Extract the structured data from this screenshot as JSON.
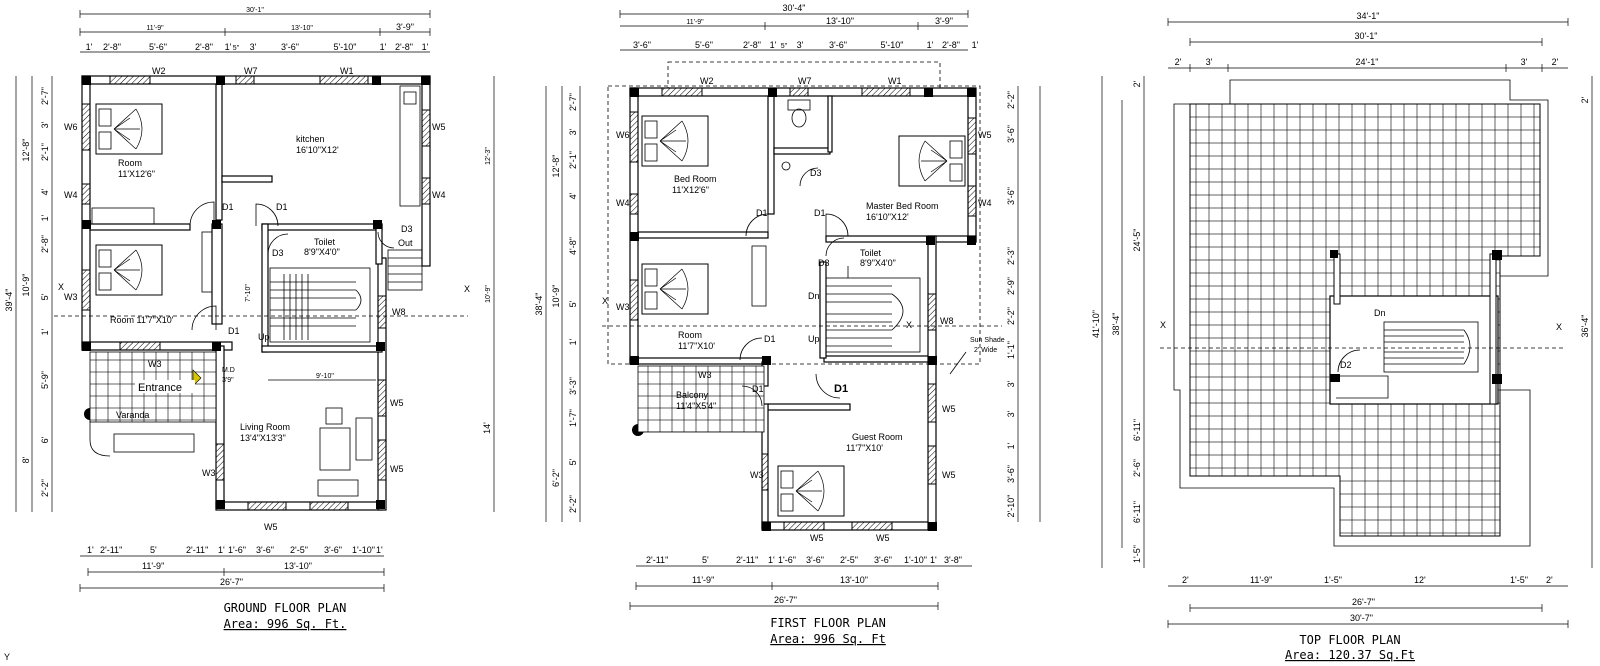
{
  "plans": [
    {
      "title": "GROUND FLOOR PLAN",
      "area": "Area: 996 Sq. Ft.",
      "top_dims": {
        "overall": "30'-1\"",
        "mid": [
          "11'-9\"",
          "13'-10\"",
          "3'-9\""
        ],
        "detail": [
          "1'",
          "2'-8\"",
          "5'-6\"",
          "2'-8\"",
          "1'",
          "5\"",
          "3'",
          "3'-6\"",
          "5'-10\"",
          "1'",
          "2'-8\"",
          "1'"
        ]
      },
      "bottom_dims": {
        "detail": [
          "1'",
          "2'-11\"",
          "5'",
          "2'-11\"",
          "1'",
          "1'-6\"",
          "3'-6\"",
          "2'-5\"",
          "3'-6\"",
          "1'-10\"",
          "1'"
        ],
        "mid": [
          "11'-9\"",
          "13'-10\""
        ],
        "overall": "26'-7\""
      },
      "left_dims": {
        "overall": "39'-4\"",
        "mid": [
          "12'-8\"",
          "10'-9\"",
          "8'"
        ],
        "detail": [
          "2'-7\"",
          "3'",
          "2'-1\"",
          "4'",
          "1'",
          "2'-8\"",
          "5'",
          "1'",
          "5'-9\"",
          "6'",
          "2'-2\""
        ]
      },
      "right_dims": {
        "values": [
          "12'-3\"",
          "10'-9\"",
          "14'"
        ]
      },
      "rooms": [
        {
          "name": "Room",
          "size": "11'X12'6\""
        },
        {
          "name": "kitchen",
          "size": "16'10\"X12'"
        },
        {
          "name": "Toilet",
          "size": "8'9\"X4'0\""
        },
        {
          "name": "Room 11'7\"X10'",
          "size": ""
        },
        {
          "name": "Living Room",
          "size": "13'4\"X13'3\""
        },
        {
          "name": "Varanda",
          "size": ""
        },
        {
          "name": "Entrance",
          "size": ""
        }
      ],
      "tags": {
        "W1": "W1",
        "W2": "W2",
        "W3": "W3",
        "W4": "W4",
        "W5": "W5",
        "W6": "W6",
        "W7": "W7",
        "W8": "W8",
        "D1": "D1",
        "D3": "D3",
        "Out": "Out",
        "Up": "Up",
        "MD": "M.D",
        "MDsize": "3'9\"",
        "stair_dim": "7'-10\"",
        "stair_dim2": "9'-10\"",
        "X": "X"
      }
    },
    {
      "title": "FIRST FLOOR PLAN",
      "area": "Area: 996 Sq. Ft",
      "top_dims": {
        "overall": "30'-4\"",
        "mid": [
          "11'-9\"",
          "13'-10\"",
          "3'-9\""
        ],
        "detail": [
          "3'-6\"",
          "5'-6\"",
          "2'-8\"",
          "1'",
          "5\"",
          "3'",
          "3'-6\"",
          "5'-10\"",
          "1'",
          "2'-8\"",
          "1'"
        ]
      },
      "bottom_dims": {
        "detail": [
          "2'-11\"",
          "5'",
          "2'-11\"",
          "1'",
          "1'-6\"",
          "3'-6\"",
          "2'-5\"",
          "3'-6\"",
          "1'-10\"",
          "1'",
          "3'-8\""
        ],
        "mid": [
          "11'-9\"",
          "13'-10\""
        ],
        "overall": "26'-7\""
      },
      "left_dims": {
        "overall": "38'-4\"",
        "mid": [
          "12'-8\"",
          "10'-9\"",
          "6'-2\""
        ],
        "detail": [
          "2'-7\"",
          "3'",
          "2'-1\"",
          "4'",
          "4'-8\"",
          "5'",
          "1'",
          "3'-3\"",
          "1'-7\"",
          "5'",
          "2'-2\""
        ]
      },
      "right_dims": {
        "values": [
          "2'-2\"",
          "3'-6\"",
          "3'-6\"",
          "2'-3\"",
          "2'-9\"",
          "2'-2\"",
          "1'-1\"",
          "3'",
          "3'",
          "1'",
          "3'-6\"",
          "2'-10\""
        ]
      },
      "rooms": [
        {
          "name": "Bed Room",
          "size": "11'X12'6\""
        },
        {
          "name": "Master Bed Room",
          "size": "16'10\"X12'"
        },
        {
          "name": "Toilet",
          "size": "8'9\"X4'0\""
        },
        {
          "name": "Room",
          "size": "11'7\"X10'"
        },
        {
          "name": "Balcony",
          "size": "11'4\"X5'4\""
        },
        {
          "name": "Guest Room",
          "size": "11'7\"X10'"
        }
      ],
      "tags": {
        "W1": "W1",
        "W2": "W2",
        "W3": "W3",
        "W4": "W4",
        "W5": "W5",
        "W6": "W6",
        "W7": "W7",
        "W8": "W8",
        "D1": "D1",
        "D3": "D3",
        "Dn": "Dn",
        "Up": "Up",
        "sunshade": "Sun Shade",
        "sunshade2": "2' Wide",
        "X": "X"
      }
    },
    {
      "title": "TOP FLOOR PLAN",
      "area": "Area: 120.37 Sq.Ft",
      "top_dims": {
        "overall": "34'-1\"",
        "mid": [
          "30'-1\""
        ],
        "detail": [
          "2'",
          "3'",
          "24'-1\"",
          "3'",
          "2'"
        ]
      },
      "bottom_dims": {
        "detail": [
          "2'",
          "11'-9\"",
          "1'-5\"",
          "12'",
          "1'-5\"",
          "2'"
        ],
        "mid": [
          "26'-7\""
        ],
        "overall": "30'-7\""
      },
      "left_dims": {
        "overall": "41'-10\"",
        "mid": [
          "38'-4\""
        ],
        "detail": [
          "2'",
          "24'-5\"",
          "2'-6\"",
          "6'-11\"",
          "6'-11\"",
          "1'-5\""
        ]
      },
      "right_dims": {
        "values": [
          "2'",
          "36'-4\""
        ]
      },
      "tags": {
        "Dn": "Dn",
        "D2": "D2",
        "X": "X"
      }
    }
  ],
  "corner_mark": "Y"
}
